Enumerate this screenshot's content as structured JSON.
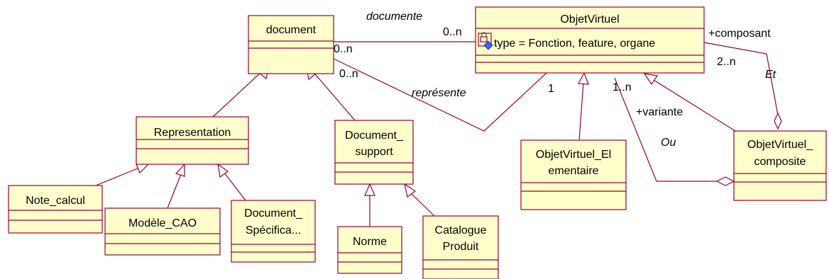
{
  "classes": {
    "document": {
      "name": "document"
    },
    "objetvirtuel": {
      "name": "ObjetVirtuel",
      "attribute": "type = Fonction, feature, organe"
    },
    "representation": {
      "name": "Representation"
    },
    "document_support": {
      "name_line1": "Document_",
      "name_line2": "support"
    },
    "objetvirtuel_elementaire": {
      "name_line1": "ObjetVirtuel_El",
      "name_line2": "ementaire"
    },
    "objetvirtuel_composite": {
      "name_line1": "ObjetVirtuel_",
      "name_line2": "composite"
    },
    "note_calcul": {
      "name": "Note_calcul"
    },
    "modele_cao": {
      "name": "Modèle_CAO"
    },
    "document_specification": {
      "name_line1": "Document_",
      "name_line2": "Spécifica..."
    },
    "norme": {
      "name": "Norme"
    },
    "catalogue_produit": {
      "name_line1": "Catalogue",
      "name_line2": "Produit"
    }
  },
  "associations": {
    "documente": {
      "name": "documente",
      "mult_document": "0..n",
      "mult_objet": "0..n"
    },
    "represente": {
      "name": "représente",
      "mult_document": "0..n",
      "mult_objet": "1"
    },
    "composant": {
      "name": "Et",
      "role": "+composant",
      "mult": "2..n"
    },
    "variante": {
      "name": "Ou",
      "role": "+variante",
      "mult": "1..n"
    }
  },
  "colors": {
    "class_fill": "#ffffcc",
    "line": "#990033",
    "icon_green": "#33cc33",
    "icon_blue": "#3366ff"
  }
}
